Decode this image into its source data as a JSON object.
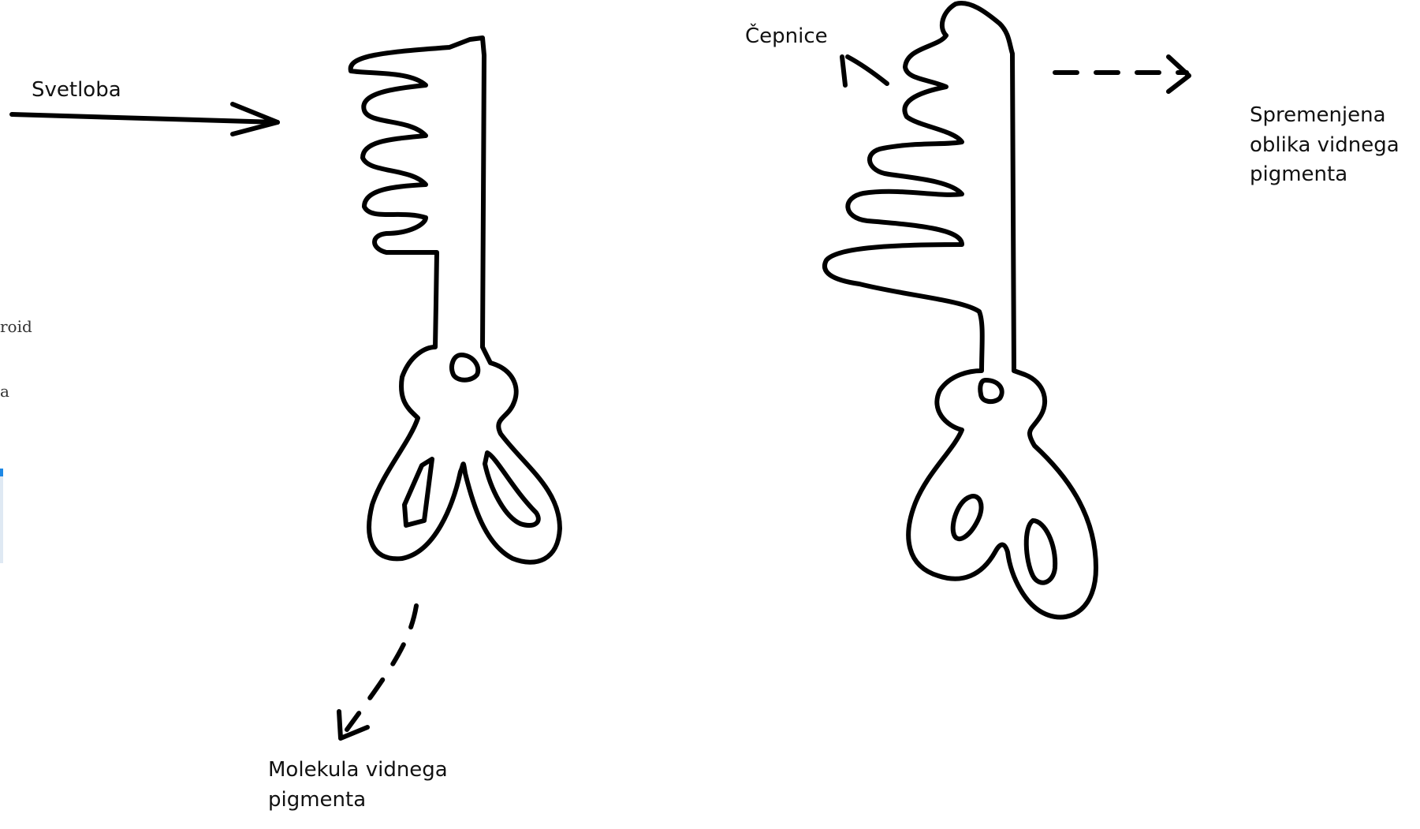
{
  "labels": {
    "light": "Svetloba",
    "cones": "Čepnice",
    "pigment_molecule": "Molekula vidnega\npigmenta",
    "changed_pigment_shape": "Spremenjena\noblika vidnega\npigmenta"
  },
  "cropped_edge_text": {
    "line_1": "roid",
    "line_2": "a"
  },
  "colors": {
    "ink": "#000000",
    "background": "#ffffff",
    "edge_accent": "#1e88e5"
  }
}
